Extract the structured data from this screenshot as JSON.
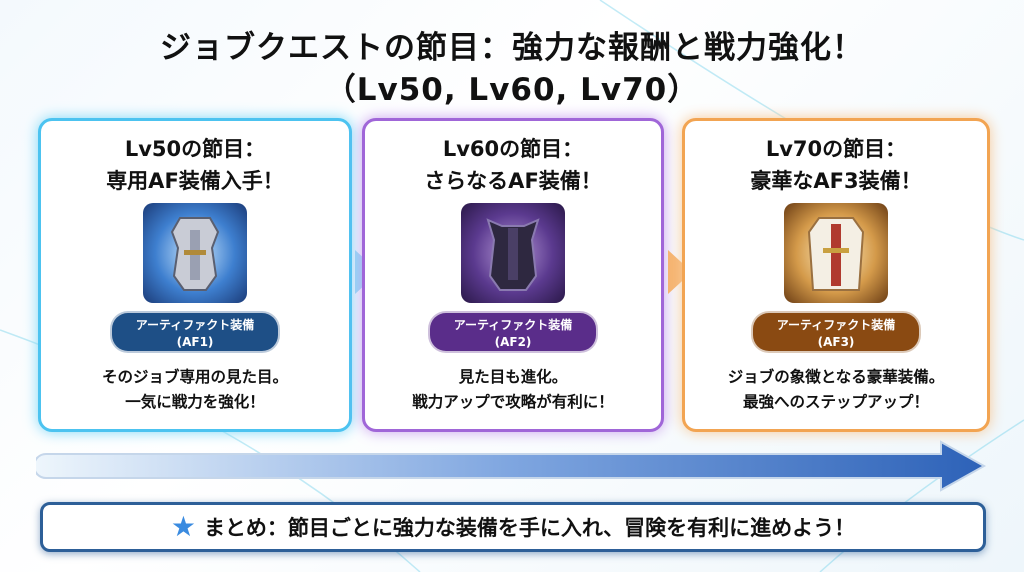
{
  "title": {
    "line1": "ジョブクエストの節目：強力な報酬と戦力強化！",
    "line2": "（Lv50, Lv60, Lv70）"
  },
  "cards": [
    {
      "heading1": "Lv50の節目：",
      "heading2": "専用AF装備入手！",
      "badge1": "アーティファクト装備",
      "badge2": "(AF1)",
      "desc1": "そのジョブ専用の見た目。",
      "desc2": "一気に戦力を強化！",
      "color": "#4cc3f0",
      "badge_color": "#1e4f86"
    },
    {
      "heading1": "Lv60の節目：",
      "heading2": "さらなるAF装備！",
      "badge1": "アーティファクト装備",
      "badge2": "(AF2)",
      "desc1": "見た目も進化。",
      "desc2": "戦力アップで攻略が有利に！",
      "color": "#a066d8",
      "badge_color": "#5a2d8a"
    },
    {
      "heading1": "Lv70の節目：",
      "heading2": "豪華なAF3装備！",
      "badge1": "アーティファクト装備",
      "badge2": "(AF3)",
      "desc1": "ジョブの象徴となる豪華装備。",
      "desc2": "最強へのステップアップ！",
      "color": "#f2a452",
      "badge_color": "#8a4a12"
    }
  ],
  "summary": {
    "text": "まとめ：節目ごとに強力な装備を手に入れ、冒険を有利に進めよう！"
  }
}
